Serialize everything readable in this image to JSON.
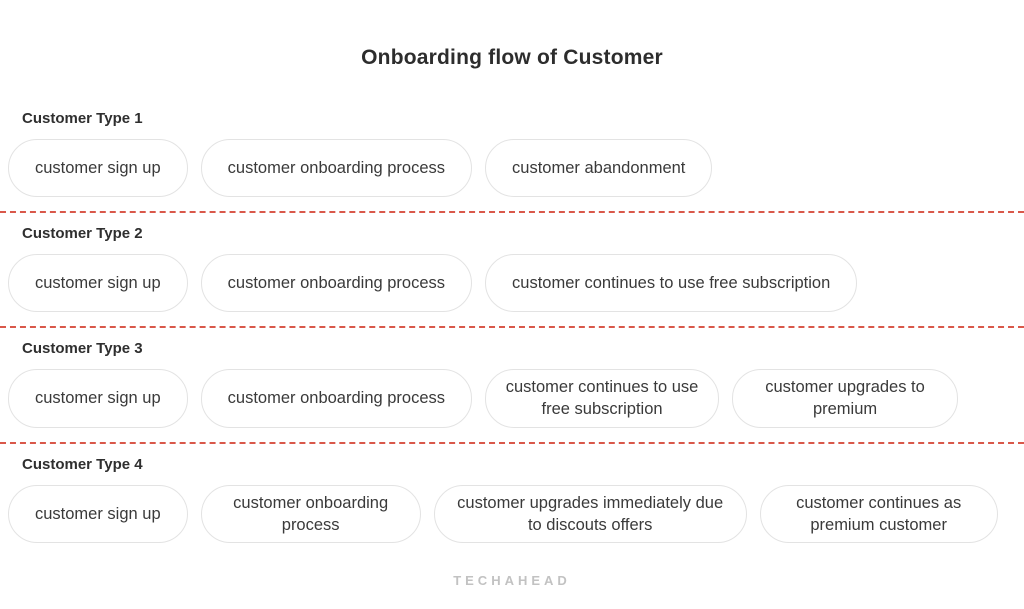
{
  "page": {
    "title": "Onboarding flow of Customer",
    "footer_brand": "TECHAHEAD"
  },
  "colors": {
    "divider_dashed_line": "#d9584a",
    "pill_border": "#e3e3e3",
    "text": "#333333",
    "footer_text": "#c2c2c2"
  },
  "sections": [
    {
      "label": "Customer Type 1",
      "steps": [
        "customer sign up",
        "customer onboarding process",
        "customer abandonment"
      ]
    },
    {
      "label": "Customer Type 2",
      "steps": [
        "customer sign up",
        "customer onboarding process",
        "customer continues to use free subscription"
      ]
    },
    {
      "label": "Customer Type 3",
      "steps": [
        "customer sign up",
        "customer onboarding process",
        "customer continues to use free subscription",
        "customer upgrades to premium"
      ]
    },
    {
      "label": "Customer Type 4",
      "steps": [
        "customer sign up",
        "customer onboarding process",
        "customer upgrades immediately due to discouts offers",
        "customer continues as premium customer"
      ]
    }
  ]
}
